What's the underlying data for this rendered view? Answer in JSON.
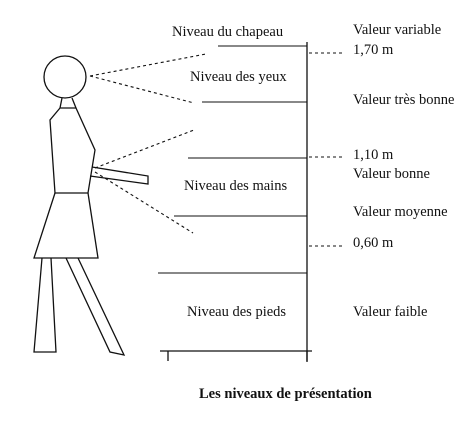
{
  "levels": {
    "hat": "Niveau du chapeau",
    "eyes": "Niveau des yeux",
    "hands": "Niveau des mains",
    "feet": "Niveau des pieds"
  },
  "values": {
    "variable": "Valeur variable",
    "very_good": "Valeur très bonne",
    "good": "Valeur bonne",
    "medium": "Valeur moyenne",
    "weak": "Valeur faible"
  },
  "heights": {
    "h170": "1,70 m",
    "h110": "1,10 m",
    "h060": "0,60 m"
  },
  "caption": "Les niveaux de présentation"
}
